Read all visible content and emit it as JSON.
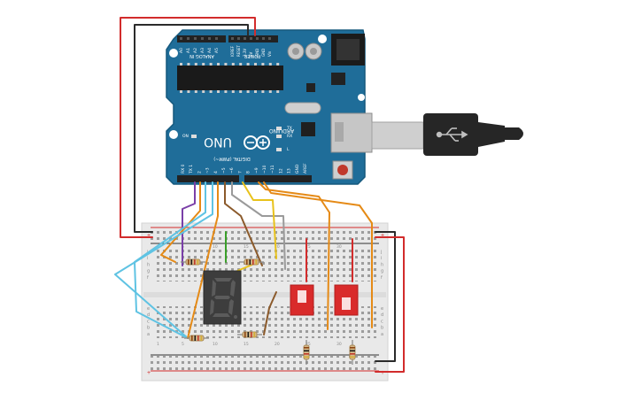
{
  "board": {
    "model": "UNO",
    "brand": "ARDUINO",
    "power_header_label": "POWER",
    "analog_header_label": "ANALOG IN",
    "digital_header_label": "DIGITAL (PWM~)",
    "power_pins": [
      "IOREF",
      "RESET",
      "3.3V",
      "5V",
      "GND",
      "GND",
      "Vin"
    ],
    "analog_pins": [
      "A0",
      "A1",
      "A2",
      "A3",
      "A4",
      "A5"
    ],
    "digital_pins": [
      "AREF",
      "GND",
      "13",
      "12",
      "~11",
      "~10",
      "~9",
      "8",
      "7",
      "~6",
      "~5",
      "4",
      "~3",
      "2",
      "TX 1",
      "RX 0"
    ],
    "led_labels": [
      "ON",
      "TX",
      "RX",
      "L"
    ],
    "tx_rx_label": "TX▶1 RX◀0"
  },
  "breadboard": {
    "row_letters_top": [
      "j",
      "i",
      "h",
      "g",
      "f"
    ],
    "row_letters_bottom": [
      "e",
      "d",
      "c",
      "b",
      "a"
    ],
    "column_numbers": [
      "1",
      "5",
      "10",
      "15",
      "20",
      "25",
      "30"
    ],
    "rail_plus": "+",
    "rail_minus": "-"
  },
  "display": {
    "digit": "8"
  },
  "usb_icon": "usb-icon",
  "colors": {
    "pcb": "#1f6d99",
    "wire_red": "#d22c2c",
    "wire_black": "#2b2b2b",
    "wire_orange": "#e58a16",
    "wire_yellow": "#e8c21b",
    "wire_cyan": "#5fc3e3",
    "wire_purple": "#7a3fa8",
    "wire_gray": "#9a9a9a",
    "wire_brown": "#8b5a2b",
    "wire_green": "#3aa02a",
    "switch_red": "#d92b2b"
  }
}
